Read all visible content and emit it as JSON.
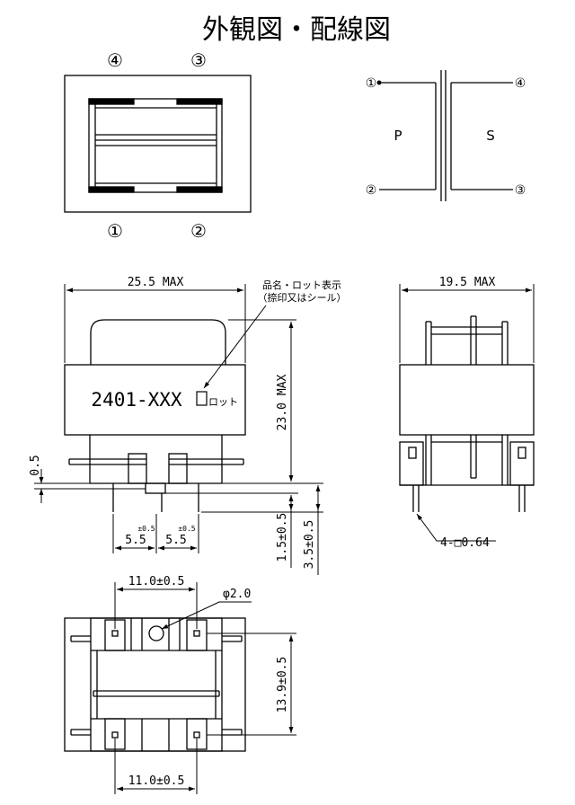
{
  "title": "外観図・配線図",
  "top_view": {
    "pin_top_left": "④",
    "pin_top_right": "③",
    "pin_bottom_left": "①",
    "pin_bottom_right": "②"
  },
  "schematic": {
    "primary": "P",
    "secondary": "S",
    "pin1": "①",
    "pin2": "②",
    "pin3": "③",
    "pin4": "④"
  },
  "front_view": {
    "width_dim": "25.5 MAX",
    "height_dim": "23.0 MAX",
    "label_text": "2401-XXX",
    "lot_text": "ロット",
    "note_line1": "品名・ロット表示",
    "note_line2": "（捺印又はシール）",
    "standoff_dim": "0.5",
    "pitch_left": "5.5",
    "pitch_right": "5.5",
    "tol_left": "±0.5",
    "tol_right": "±0.5",
    "dim_lead_a": "1.5±0.5",
    "dim_lead_b": "3.5±0.5"
  },
  "side_view": {
    "width_dim": "19.5 MAX",
    "pin_dim": "4-□0.64"
  },
  "bottom_view": {
    "top_dim": "11.0±0.5",
    "hole_dim": "φ2.0",
    "depth_dim": "13.9±0.5",
    "bottom_dim": "11.0±0.5"
  }
}
